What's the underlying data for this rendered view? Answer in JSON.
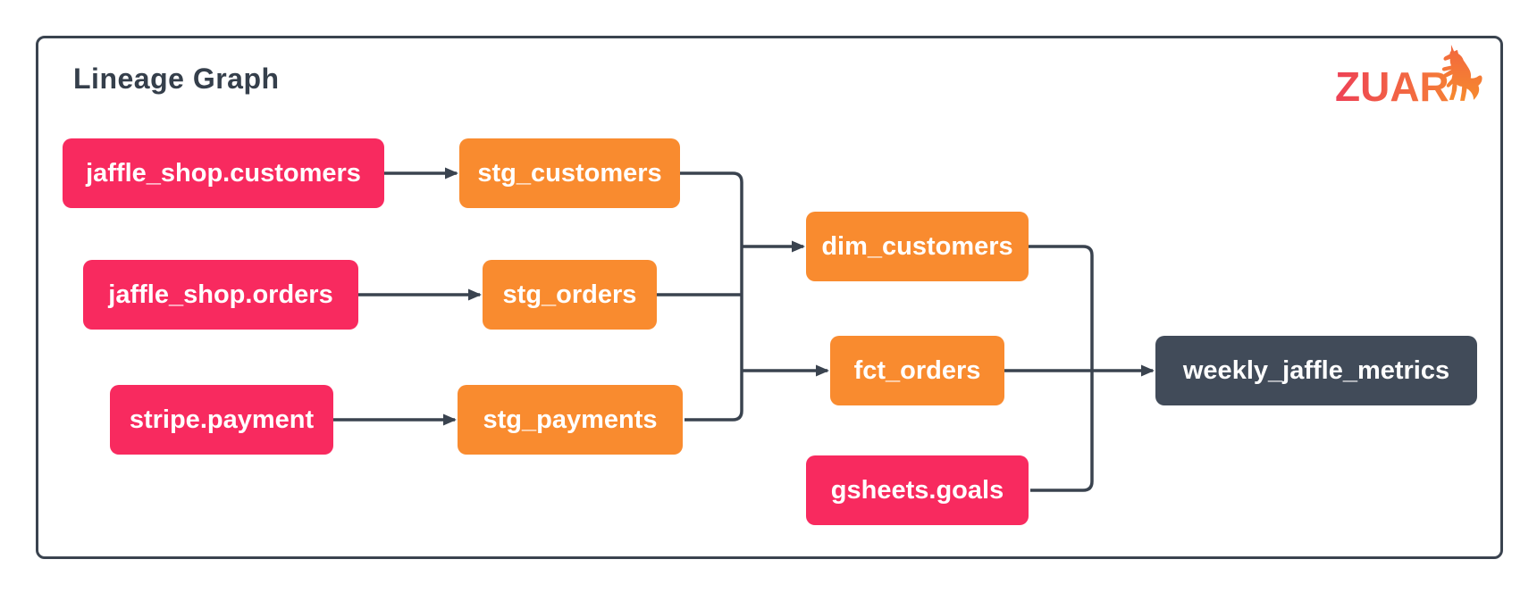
{
  "header": {
    "title": "Lineage Graph",
    "logo_text": "ZUAR",
    "logo_icon": "unicorn-icon"
  },
  "colors": {
    "source_node": "#f82a5f",
    "staging_node": "#f98b2f",
    "final_node": "#414b59",
    "connector": "#3a434f",
    "logo_gradient_start": "#ee4156",
    "logo_gradient_end": "#f57e36"
  },
  "nodes": {
    "jaffle_shop_customers": {
      "label": "jaffle_shop.customers",
      "type": "source"
    },
    "stg_customers": {
      "label": "stg_customers",
      "type": "staging"
    },
    "jaffle_shop_orders": {
      "label": "jaffle_shop.orders",
      "type": "source"
    },
    "stg_orders": {
      "label": "stg_orders",
      "type": "staging"
    },
    "stripe_payment": {
      "label": "stripe.payment",
      "type": "source"
    },
    "stg_payments": {
      "label": "stg_payments",
      "type": "staging"
    },
    "dim_customers": {
      "label": "dim_customers",
      "type": "staging"
    },
    "fct_orders": {
      "label": "fct_orders",
      "type": "staging"
    },
    "gsheets_goals": {
      "label": "gsheets.goals",
      "type": "source"
    },
    "weekly_jaffle_metrics": {
      "label": "weekly_jaffle_metrics",
      "type": "final"
    }
  },
  "edges": [
    {
      "from": "jaffle_shop.customers",
      "to": "stg_customers"
    },
    {
      "from": "jaffle_shop.orders",
      "to": "stg_orders"
    },
    {
      "from": "stripe.payment",
      "to": "stg_payments"
    },
    {
      "from": "stg_customers",
      "to": "dim_customers"
    },
    {
      "from": "stg_orders",
      "to": "dim_customers"
    },
    {
      "from": "stg_orders",
      "to": "fct_orders"
    },
    {
      "from": "stg_payments",
      "to": "fct_orders"
    },
    {
      "from": "dim_customers",
      "to": "weekly_jaffle_metrics"
    },
    {
      "from": "fct_orders",
      "to": "weekly_jaffle_metrics"
    },
    {
      "from": "gsheets.goals",
      "to": "weekly_jaffle_metrics"
    }
  ]
}
